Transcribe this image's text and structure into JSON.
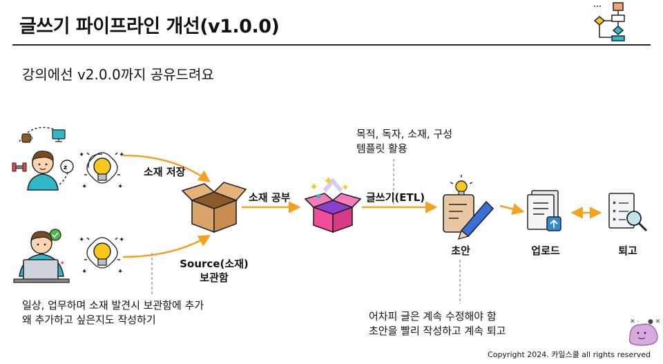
{
  "header": {
    "title": "글쓰기 파이프라인 개선(v1.0.0)",
    "subtitle": "강의에선 v2.0.0까지 공유드려요"
  },
  "diagram": {
    "edge_labels": {
      "collect": "소재 저장",
      "study": "소재 공부",
      "writing": "글쓰기(ETL)"
    },
    "box_caption_line1": "Source(소재)",
    "box_caption_line2": "보관함",
    "nodes": {
      "draft": "초안",
      "upload": "업로드",
      "retro": "퇴고"
    },
    "top_note": [
      "목적, 독자, 소재, 구성",
      "템플릿 활용"
    ],
    "left_note": [
      "일상, 업무하며 소재 발견시 보관함에 추가",
      "왜 추가하고 싶은지도 작성하기"
    ],
    "bottom_note": [
      "어차피 글은 계속 수정해야 함",
      "초안을 빨리 작성하고 계속 퇴고"
    ]
  },
  "footer": {
    "copyright": "Copyright 2024. 카일스쿨 all rights reserved"
  },
  "colors": {
    "arrow": "#F5A020",
    "bulb": "#F8C81C",
    "box": "#E5B27A",
    "gift": "#F24C9C",
    "accent_teal": "#2EB8C8",
    "mascot": "#D8A8E0"
  },
  "icons": [
    "flowchart-icon",
    "person-with-habits-icon",
    "idea-bulb-icon",
    "person-at-laptop-icon",
    "cardboard-box-icon",
    "gift-box-icon",
    "draft-pencil-icon",
    "upload-document-icon",
    "review-document-icon",
    "ditto-mascot-icon"
  ]
}
